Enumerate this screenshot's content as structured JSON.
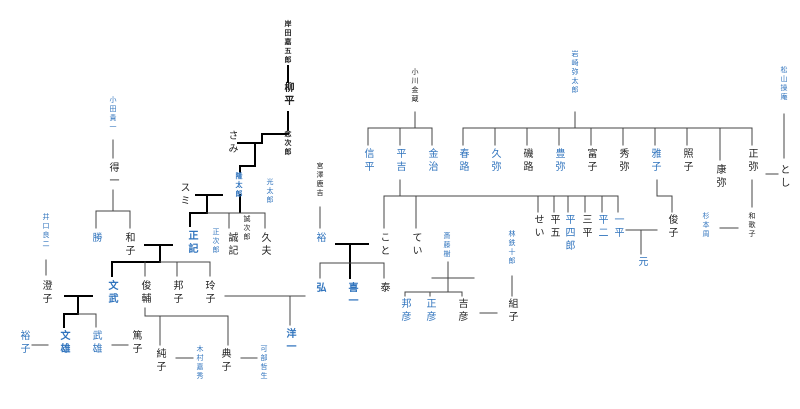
{
  "colors": {
    "primary_line": "#000000",
    "spouse_line": "#333333",
    "text": "#222222",
    "blood": "#2f73bd",
    "bg": "#ffffff"
  },
  "people": [
    {
      "id": "kishida-ryusaburo",
      "name": "岸田嘉五郎"
    },
    {
      "id": "yanagihei",
      "name": "柳平"
    },
    {
      "id": "nenjiro",
      "name": "念次郎"
    },
    {
      "id": "sami",
      "name": "さみ"
    },
    {
      "id": "ryutaro",
      "name": "隆太郎"
    },
    {
      "id": "mitsutaro",
      "name": "光太郎"
    },
    {
      "id": "sumi",
      "name": "スミ"
    },
    {
      "id": "masaki",
      "name": "正記"
    },
    {
      "id": "masajiro",
      "name": "正次郎"
    },
    {
      "id": "sejiro",
      "name": "誠次郎"
    },
    {
      "id": "seiki",
      "name": "誠記"
    },
    {
      "id": "hisao",
      "name": "久夫"
    },
    {
      "id": "oda-kiichi",
      "name": "小田貴一"
    },
    {
      "id": "tokuichi",
      "name": "得一"
    },
    {
      "id": "masaru",
      "name": "勝"
    },
    {
      "id": "kazuko",
      "name": "和子"
    },
    {
      "id": "inoguchi",
      "name": "井口良二"
    },
    {
      "id": "sumiko",
      "name": "澄子"
    },
    {
      "id": "fumitake",
      "name": "文武"
    },
    {
      "id": "shunsuke",
      "name": "俊輔"
    },
    {
      "id": "kuniko",
      "name": "邦子"
    },
    {
      "id": "reiko",
      "name": "玲子"
    },
    {
      "id": "yuko",
      "name": "裕子"
    },
    {
      "id": "fumio",
      "name": "文雄"
    },
    {
      "id": "takeo",
      "name": "武雄"
    },
    {
      "id": "atsuko",
      "name": "篤子"
    },
    {
      "id": "junko",
      "name": "純子"
    },
    {
      "id": "kimura",
      "name": "木村嘉秀"
    },
    {
      "id": "noriko",
      "name": "典子"
    },
    {
      "id": "kabe",
      "name": "可部哲生"
    },
    {
      "id": "yoichi",
      "name": "洋一"
    },
    {
      "id": "miyazawa",
      "name": "宮澤鹿吉"
    },
    {
      "id": "yu",
      "name": "裕"
    },
    {
      "id": "hiroshi",
      "name": "弘"
    },
    {
      "id": "kiichi",
      "name": "喜一"
    },
    {
      "id": "yasushi",
      "name": "泰"
    },
    {
      "id": "koto",
      "name": "こと"
    },
    {
      "id": "tei",
      "name": "てい"
    },
    {
      "id": "saito",
      "name": "斎藤樹"
    },
    {
      "id": "kunihiko",
      "name": "邦彦"
    },
    {
      "id": "masahiko",
      "name": "正彦"
    },
    {
      "id": "yoshihiko",
      "name": "吉彦"
    },
    {
      "id": "hayashi",
      "name": "林鉄十郎"
    },
    {
      "id": "kumiko",
      "name": "組子"
    },
    {
      "id": "ogawa",
      "name": "小川金蔵"
    },
    {
      "id": "nobuhira",
      "name": "信平"
    },
    {
      "id": "heikichi",
      "name": "平吉"
    },
    {
      "id": "kinji",
      "name": "金治"
    },
    {
      "id": "iwasaki",
      "name": "岩崎弥太郎"
    },
    {
      "id": "haruji",
      "name": "春路"
    },
    {
      "id": "hisaya",
      "name": "久弥"
    },
    {
      "id": "isoji",
      "name": "磯路"
    },
    {
      "id": "toyoya",
      "name": "豊弥"
    },
    {
      "id": "tomiko",
      "name": "富子"
    },
    {
      "id": "hideya",
      "name": "秀弥"
    },
    {
      "id": "masako",
      "name": "雅子"
    },
    {
      "id": "teruko",
      "name": "照子"
    },
    {
      "id": "masaya",
      "name": "正弥"
    },
    {
      "id": "koya",
      "name": "康弥"
    },
    {
      "id": "seko",
      "name": "せい"
    },
    {
      "id": "heigo",
      "name": "平五"
    },
    {
      "id": "sanpei",
      "name": "三平"
    },
    {
      "id": "heishiro",
      "name": "平四郎"
    },
    {
      "id": "heiji",
      "name": "平二"
    },
    {
      "id": "ippei",
      "name": "一平"
    },
    {
      "id": "gen",
      "name": "元"
    },
    {
      "id": "toshiko",
      "name": "俊子"
    },
    {
      "id": "sugimoto",
      "name": "杉本周"
    },
    {
      "id": "wakako",
      "name": "和歌子"
    },
    {
      "id": "matsuyama",
      "name": "松山操庵"
    },
    {
      "id": "toshi",
      "name": "とし"
    }
  ]
}
